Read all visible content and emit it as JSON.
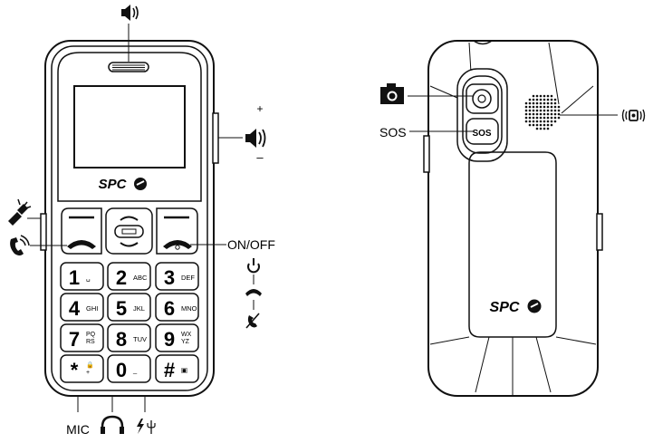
{
  "labels": {
    "on_off": "ON/OFF",
    "sos": "SOS",
    "mic": "MIC",
    "volume_plus": "+",
    "volume_minus": "–",
    "brand_front": "SPC",
    "brand_back": "SPC",
    "sos_button": "SOS"
  },
  "keypad": [
    {
      "num": "1",
      "sub": "␣"
    },
    {
      "num": "2",
      "sub": "ABC"
    },
    {
      "num": "3",
      "sub": "DEF"
    },
    {
      "num": "4",
      "sub": "GHI"
    },
    {
      "num": "5",
      "sub": "JKL"
    },
    {
      "num": "6",
      "sub": "MNO"
    },
    {
      "num": "7",
      "sub": "PQ RS"
    },
    {
      "num": "8",
      "sub": "TUV"
    },
    {
      "num": "9",
      "sub": "WX YZ"
    },
    {
      "num": "*",
      "sub": "🔒 +"
    },
    {
      "num": "0",
      "sub": "_"
    },
    {
      "num": "#",
      "sub": "▣"
    }
  ],
  "icons": {
    "speaker_top": "speaker-icon",
    "volume_side": "speaker-icon",
    "flashlight": "flashlight-icon",
    "call": "phone-icon",
    "power": "power-icon",
    "hangup": "hangup-icon",
    "mute": "mute-icon",
    "camera": "camera-icon",
    "loudspeaker": "vibrate-speaker-icon",
    "headphones": "headphones-icon",
    "charge": "charge-usb-icon"
  }
}
